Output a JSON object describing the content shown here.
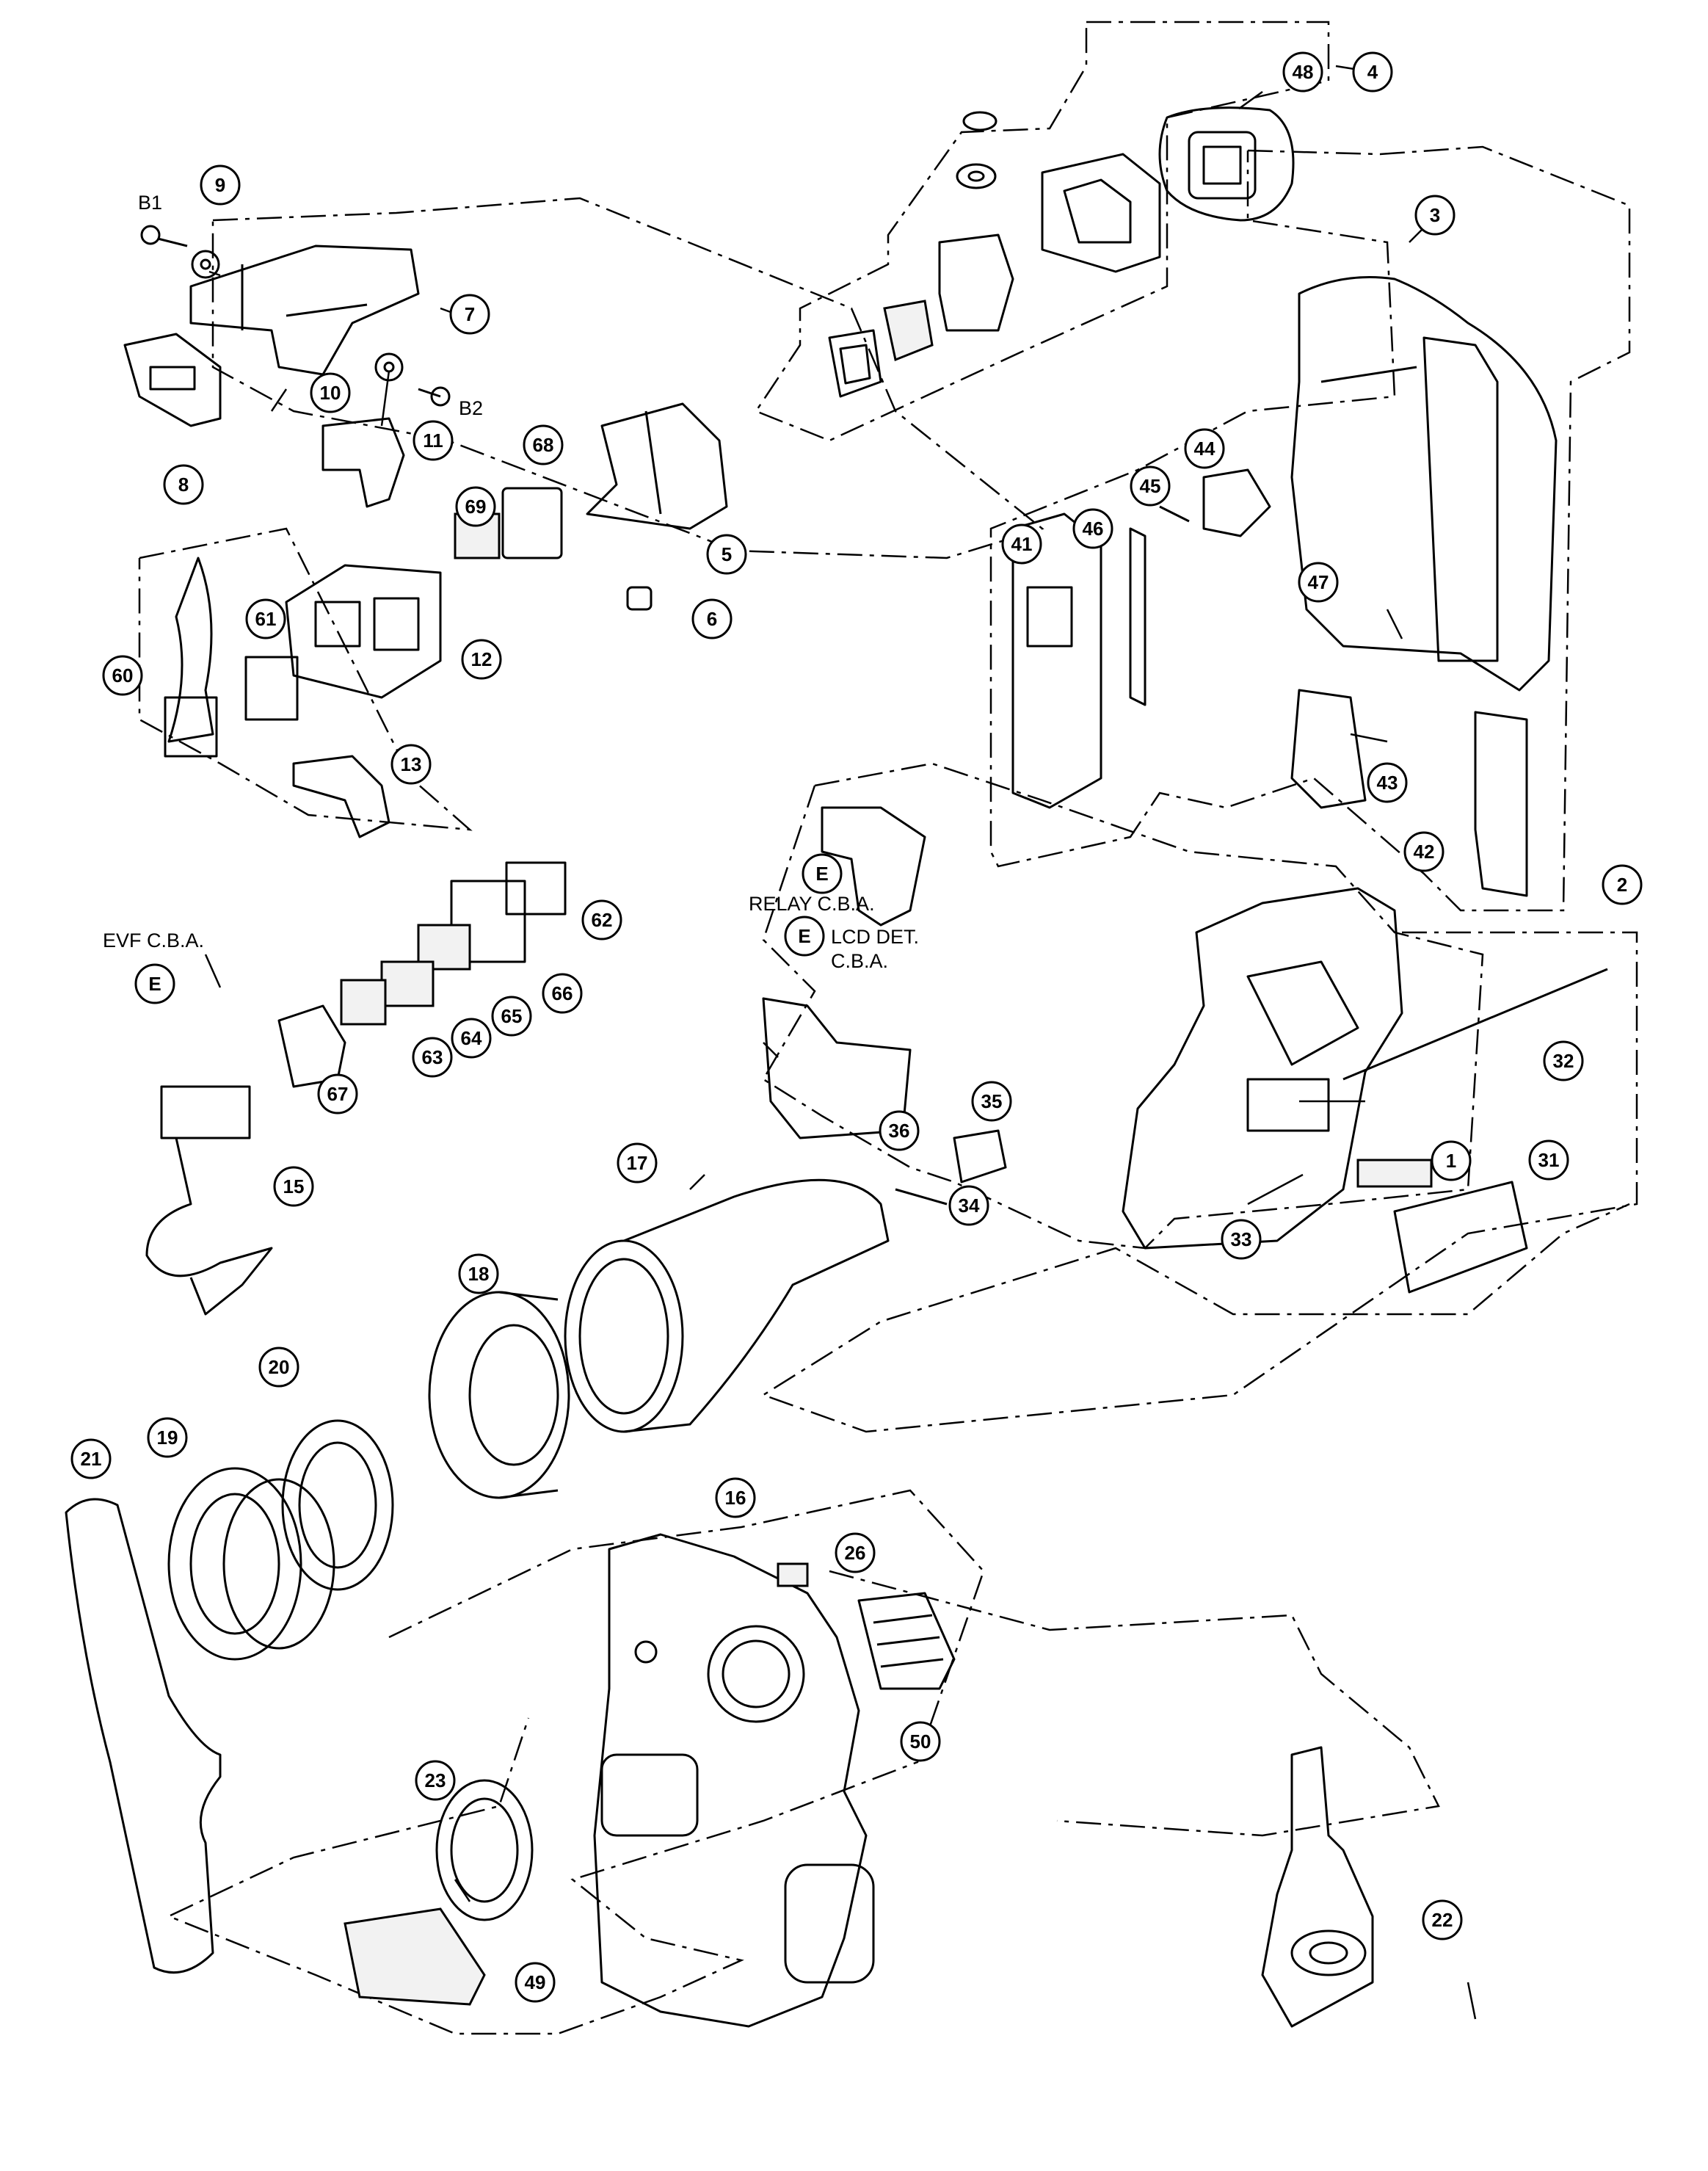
{
  "diagram": {
    "callouts": [
      "1",
      "2",
      "3",
      "4",
      "5",
      "6",
      "7",
      "8",
      "9",
      "10",
      "11",
      "12",
      "13",
      "15",
      "16",
      "17",
      "18",
      "19",
      "20",
      "21",
      "22",
      "23",
      "26",
      "31",
      "32",
      "33",
      "34",
      "35",
      "36",
      "41",
      "42",
      "43",
      "44",
      "45",
      "46",
      "47",
      "48",
      "49",
      "50",
      "60",
      "61",
      "62",
      "63",
      "64",
      "65",
      "66",
      "67",
      "68",
      "69"
    ],
    "screws": [
      "B1",
      "B2"
    ],
    "board_labels": {
      "evf": "EVF C.B.A.",
      "relay": "RELAY C.B.A.",
      "lcd_det_line1": "LCD DET.",
      "lcd_det_line2": "C.B.A."
    },
    "connector_marker": "E"
  }
}
